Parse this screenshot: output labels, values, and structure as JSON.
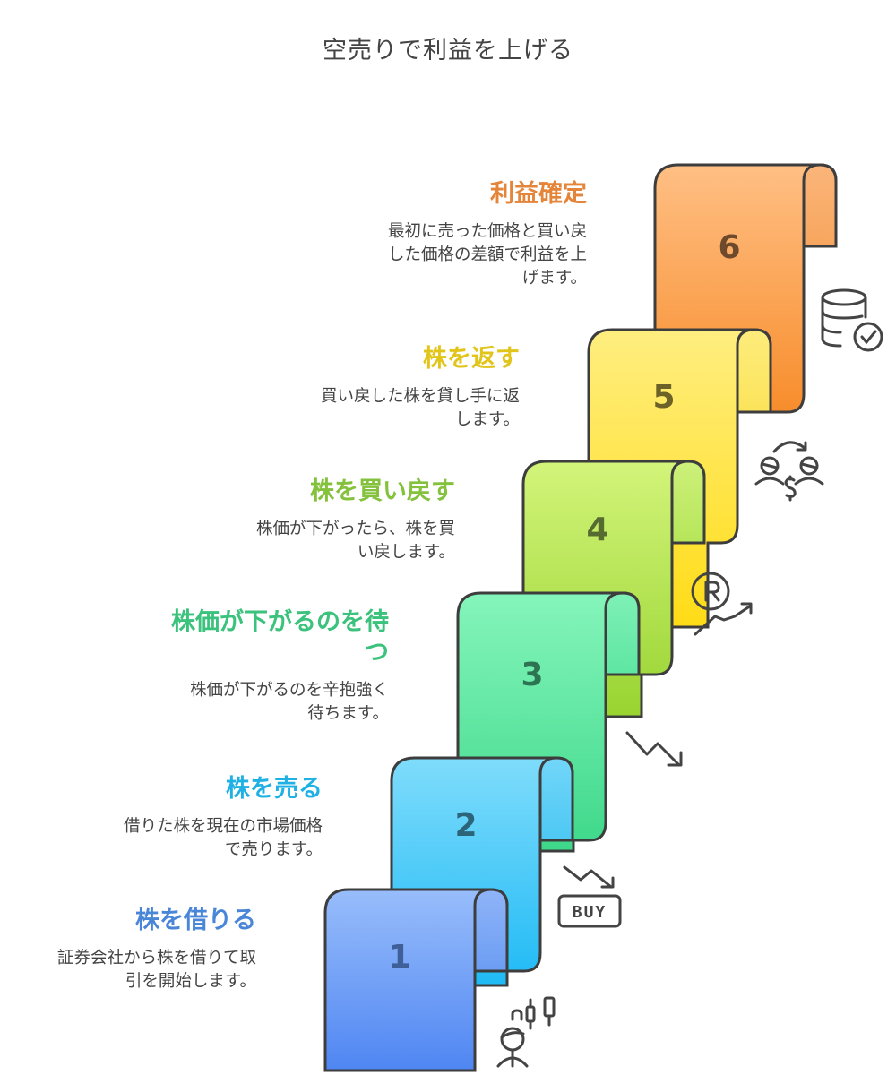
{
  "title": "空売りで利益を上げる",
  "colors": {
    "step1": "#5a8ff0",
    "step2": "#2ec3f5",
    "step3": "#4fe09a",
    "step4": "#a6df3c",
    "step5": "#ffe030",
    "step6": "#f8963e",
    "outline": "#3d3d3d",
    "desc_text": "#444444"
  },
  "steps": [
    {
      "number": "1",
      "heading": "株を借りる",
      "heading_color": "#4a86d8",
      "desc_line1": "証券会社から株を借りて取",
      "desc_line2": "引を開始します。",
      "icon": "investor-candlestick-icon"
    },
    {
      "number": "2",
      "heading": "株を売る",
      "heading_color": "#1fb1e4",
      "desc_line1": "借りた株を現在の市場価格",
      "desc_line2": "で売ります。",
      "icon": "trend-down-buy-icon"
    },
    {
      "number": "3",
      "heading_line1": "株価が下がるのを待",
      "heading_line2": "つ",
      "heading_color": "#3bc27c",
      "desc_line1": "株価が下がるのを辛抱強く",
      "desc_line2": "待ちます。",
      "icon": "trend-down-arrow-icon"
    },
    {
      "number": "4",
      "heading": "株を買い戻す",
      "heading_color": "#84c13c",
      "desc_line1": "株価が下がったら、株を買",
      "desc_line2": "い戻します。",
      "icon": "registered-trend-up-icon"
    },
    {
      "number": "5",
      "heading": "株を返す",
      "heading_color": "#e2c51a",
      "desc_line1": "買い戻した株を貸し手に返",
      "desc_line2": "します。",
      "icon": "exchange-people-dollar-icon"
    },
    {
      "number": "6",
      "heading": "利益確定",
      "heading_color": "#e4853a",
      "desc_line1": "最初に売った価格と買い戻",
      "desc_line2": "した価格の差額で利益を上",
      "desc_line3": "げます。",
      "icon": "database-check-icon"
    }
  ]
}
